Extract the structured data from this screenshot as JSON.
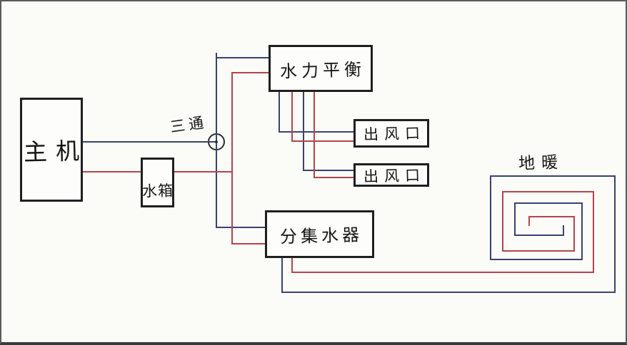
{
  "nodes": {
    "main_unit": {
      "label": "主机"
    },
    "water_tank": {
      "label": "水箱"
    },
    "hydraulic_balance": {
      "label": "水力平衡"
    },
    "air_outlet_1": {
      "label": "出风口"
    },
    "air_outlet_2": {
      "label": "出风口"
    },
    "manifold": {
      "label": "分集水器"
    }
  },
  "annotations": {
    "tee": {
      "label": "三通"
    },
    "floor_heating": {
      "label": "地暖"
    }
  },
  "colors": {
    "hot_pipe": "#b5444d",
    "cold_pipe": "#3a4270",
    "box_border": "#1f1f1f",
    "text": "#161616",
    "background": "#fbfbf8",
    "frame": "#5a5a5a"
  }
}
